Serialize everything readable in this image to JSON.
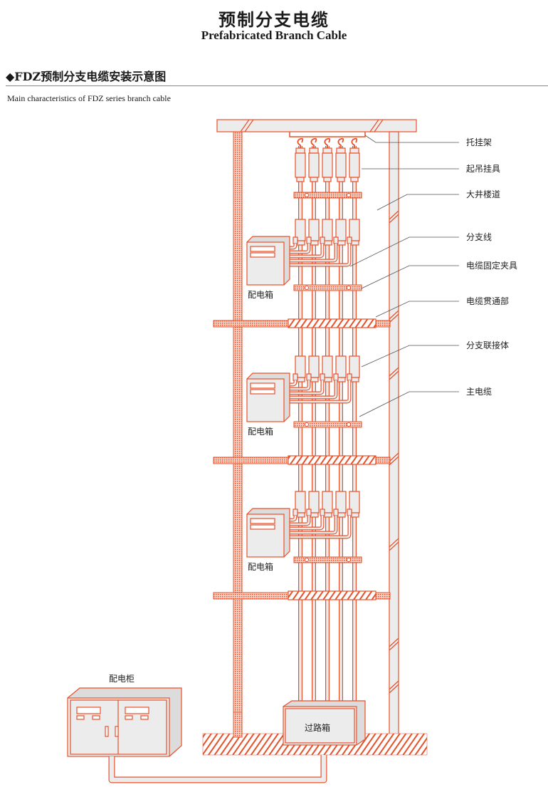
{
  "header": {
    "title_cn": "预制分支电缆",
    "title_en": "Prefabricated Branch Cable",
    "section_title": "◆FDZ预制分支电缆安装示意图",
    "subtitle": "Main characteristics of FDZ series branch cable"
  },
  "diagram": {
    "callouts": [
      "托挂架",
      "起吊挂具",
      "大井楼道",
      "分支线",
      "电缆固定夹具",
      "电缆贯通部",
      "分支联接体",
      "主电缆"
    ],
    "floor_box_labels": [
      "配电箱",
      "配电箱",
      "配电箱"
    ],
    "cabinet_label": "配电柜",
    "pass_box_label": "过路箱",
    "cable_count": 5,
    "floors": 3
  },
  "colors": {
    "line": "#e8502a",
    "fill": "#ececec",
    "leader": "#555555"
  }
}
